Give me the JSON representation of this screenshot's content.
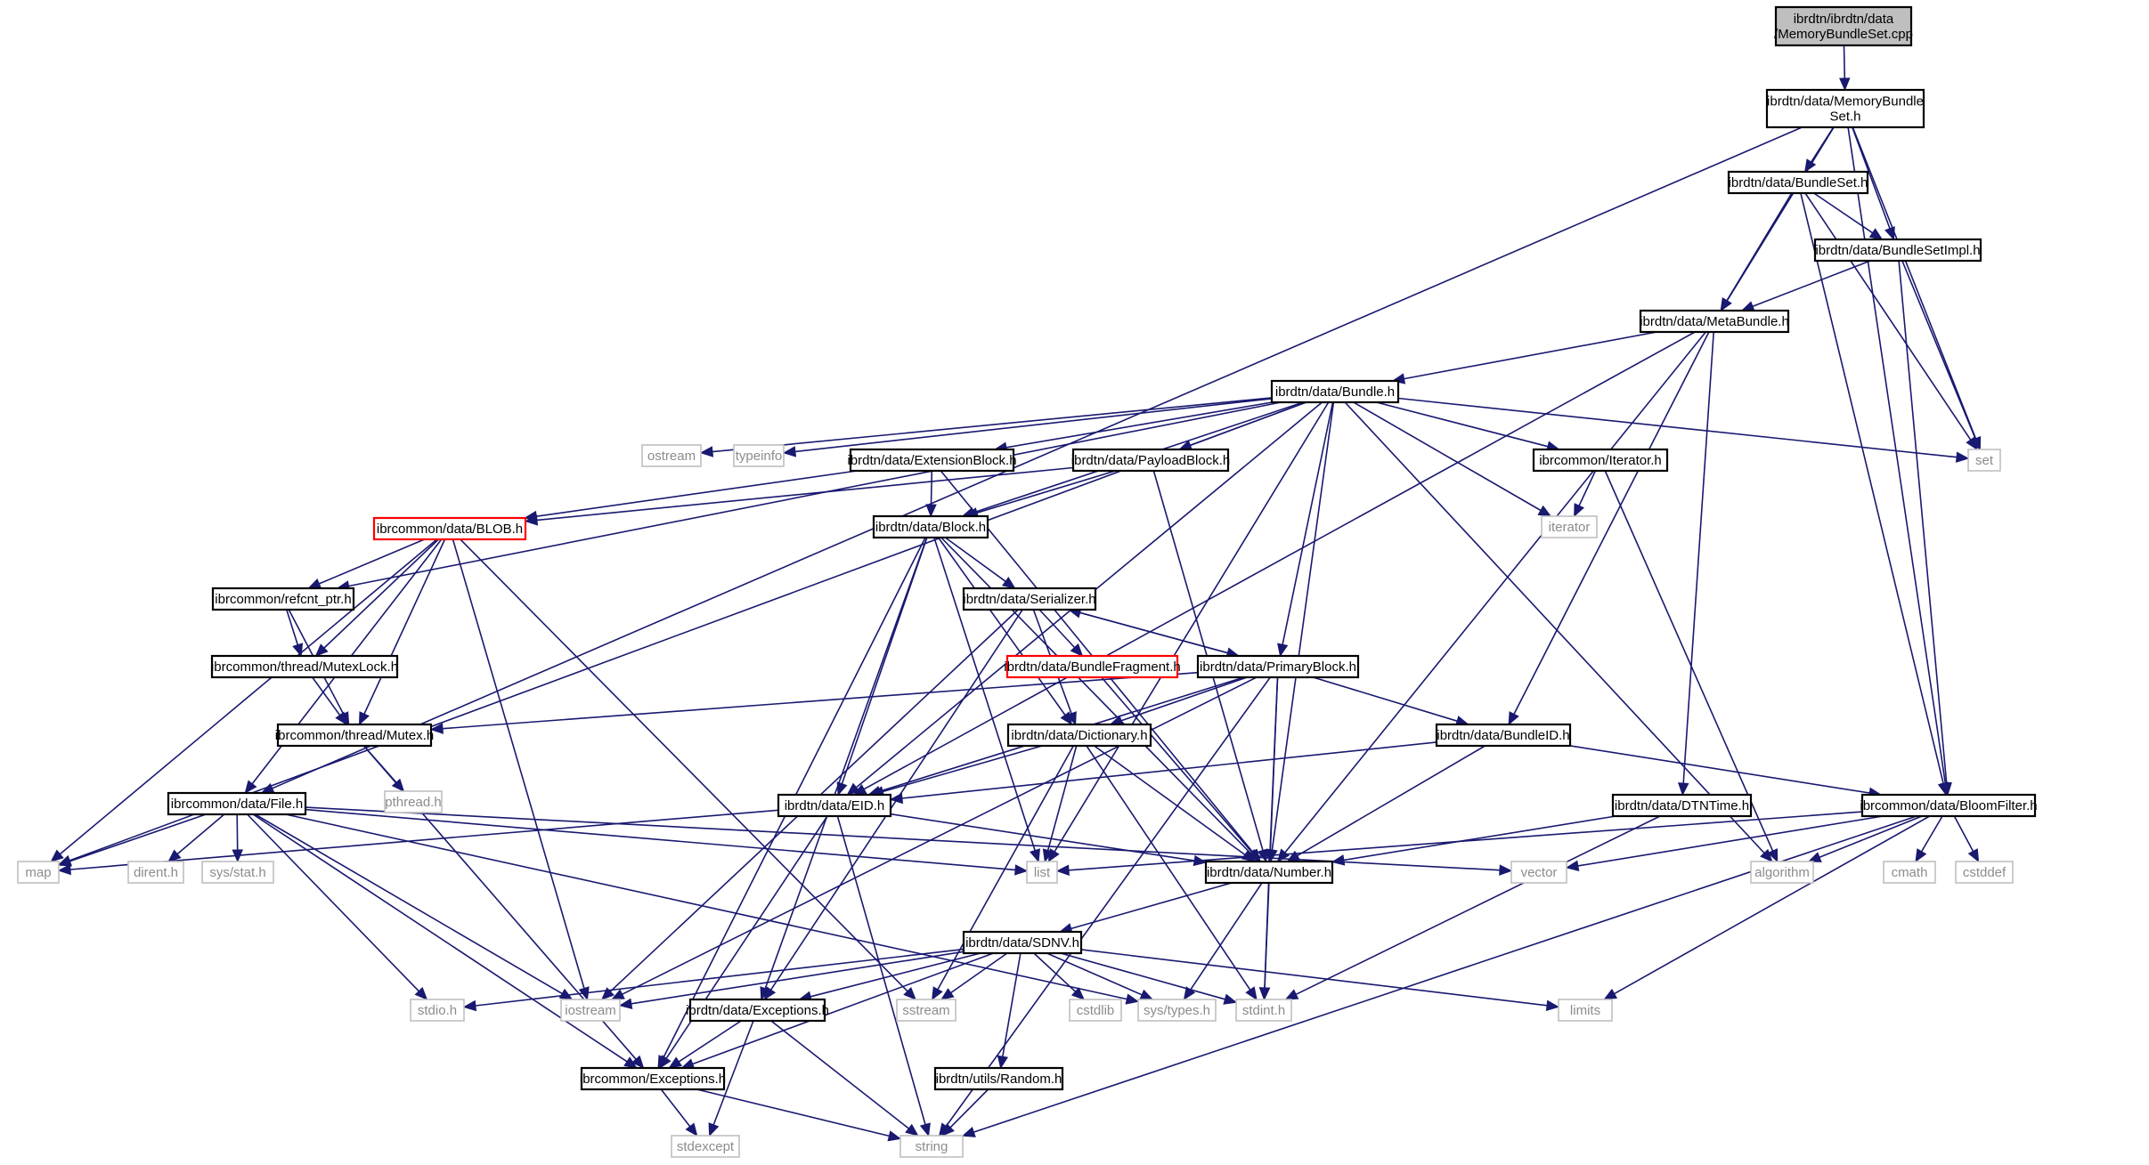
{
  "diagram": {
    "kind": "include-dependency-graph",
    "colors": {
      "edge": "#191970",
      "root_fill": "#bfbfbf",
      "truncated_border": "#ff0000",
      "system_border": "#bfbfbf"
    },
    "nodes": [
      {
        "id": "root",
        "lines": [
          "ibrdtn/ibrdtn/data",
          "/MemoryBundleSet.cpp"
        ],
        "kind": "root"
      },
      {
        "id": "mbs",
        "lines": [
          "ibrdtn/data/MemoryBundle",
          "Set.h"
        ],
        "kind": "normal"
      },
      {
        "id": "bset",
        "lines": [
          "ibrdtn/data/BundleSet.h"
        ],
        "kind": "normal"
      },
      {
        "id": "bsimpl",
        "lines": [
          "ibrdtn/data/BundleSetImpl.h"
        ],
        "kind": "normal"
      },
      {
        "id": "meta",
        "lines": [
          "ibrdtn/data/MetaBundle.h"
        ],
        "kind": "normal"
      },
      {
        "id": "bundle",
        "lines": [
          "ibrdtn/data/Bundle.h"
        ],
        "kind": "normal"
      },
      {
        "id": "ostream",
        "lines": [
          "ostream"
        ],
        "kind": "system"
      },
      {
        "id": "typeinfo",
        "lines": [
          "typeinfo"
        ],
        "kind": "system"
      },
      {
        "id": "extblock",
        "lines": [
          "ibrdtn/data/ExtensionBlock.h"
        ],
        "kind": "normal"
      },
      {
        "id": "payload",
        "lines": [
          "ibrdtn/data/PayloadBlock.h"
        ],
        "kind": "normal"
      },
      {
        "id": "iterh",
        "lines": [
          "ibrcommon/Iterator.h"
        ],
        "kind": "normal"
      },
      {
        "id": "set",
        "lines": [
          "set"
        ],
        "kind": "system"
      },
      {
        "id": "iterator",
        "lines": [
          "iterator"
        ],
        "kind": "system"
      },
      {
        "id": "blob",
        "lines": [
          "ibrcommon/data/BLOB.h"
        ],
        "kind": "truncated"
      },
      {
        "id": "block",
        "lines": [
          "ibrdtn/data/Block.h"
        ],
        "kind": "normal"
      },
      {
        "id": "refcnt",
        "lines": [
          "ibrcommon/refcnt_ptr.h"
        ],
        "kind": "normal"
      },
      {
        "id": "serializer",
        "lines": [
          "ibrdtn/data/Serializer.h"
        ],
        "kind": "normal"
      },
      {
        "id": "mutexlock",
        "lines": [
          "ibrcommon/thread/MutexLock.h"
        ],
        "kind": "normal"
      },
      {
        "id": "fragment",
        "lines": [
          "ibrdtn/data/BundleFragment.h"
        ],
        "kind": "truncated"
      },
      {
        "id": "primary",
        "lines": [
          "ibrdtn/data/PrimaryBlock.h"
        ],
        "kind": "normal"
      },
      {
        "id": "mutex",
        "lines": [
          "ibrcommon/thread/Mutex.h"
        ],
        "kind": "normal"
      },
      {
        "id": "dict",
        "lines": [
          "ibrdtn/data/Dictionary.h"
        ],
        "kind": "normal"
      },
      {
        "id": "bundleid",
        "lines": [
          "ibrdtn/data/BundleID.h"
        ],
        "kind": "normal"
      },
      {
        "id": "pthread",
        "lines": [
          "pthread.h"
        ],
        "kind": "system"
      },
      {
        "id": "file",
        "lines": [
          "ibrcommon/data/File.h"
        ],
        "kind": "normal"
      },
      {
        "id": "eid",
        "lines": [
          "ibrdtn/data/EID.h"
        ],
        "kind": "normal"
      },
      {
        "id": "dtntime",
        "lines": [
          "ibrdtn/data/DTNTime.h"
        ],
        "kind": "normal"
      },
      {
        "id": "bloom",
        "lines": [
          "ibrcommon/data/BloomFilter.h"
        ],
        "kind": "normal"
      },
      {
        "id": "map",
        "lines": [
          "map"
        ],
        "kind": "system"
      },
      {
        "id": "dirent",
        "lines": [
          "dirent.h"
        ],
        "kind": "system"
      },
      {
        "id": "sysstat",
        "lines": [
          "sys/stat.h"
        ],
        "kind": "system"
      },
      {
        "id": "list",
        "lines": [
          "list"
        ],
        "kind": "system"
      },
      {
        "id": "number",
        "lines": [
          "ibrdtn/data/Number.h"
        ],
        "kind": "normal"
      },
      {
        "id": "vector",
        "lines": [
          "vector"
        ],
        "kind": "system"
      },
      {
        "id": "algorithm",
        "lines": [
          "algorithm"
        ],
        "kind": "system"
      },
      {
        "id": "cmath",
        "lines": [
          "cmath"
        ],
        "kind": "system"
      },
      {
        "id": "cstddef",
        "lines": [
          "cstddef"
        ],
        "kind": "system"
      },
      {
        "id": "sdnv",
        "lines": [
          "ibrdtn/data/SDNV.h"
        ],
        "kind": "normal"
      },
      {
        "id": "stdio",
        "lines": [
          "stdio.h"
        ],
        "kind": "system"
      },
      {
        "id": "iostream",
        "lines": [
          "iostream"
        ],
        "kind": "system"
      },
      {
        "id": "exceptions",
        "lines": [
          "ibrdtn/data/Exceptions.h"
        ],
        "kind": "normal"
      },
      {
        "id": "sstream",
        "lines": [
          "sstream"
        ],
        "kind": "system"
      },
      {
        "id": "cstdlib",
        "lines": [
          "cstdlib"
        ],
        "kind": "system"
      },
      {
        "id": "systypes",
        "lines": [
          "sys/types.h"
        ],
        "kind": "system"
      },
      {
        "id": "stdint",
        "lines": [
          "stdint.h"
        ],
        "kind": "system"
      },
      {
        "id": "limits",
        "lines": [
          "limits"
        ],
        "kind": "system"
      },
      {
        "id": "cexceptions",
        "lines": [
          "ibrcommon/Exceptions.h"
        ],
        "kind": "normal"
      },
      {
        "id": "random",
        "lines": [
          "ibrdtn/utils/Random.h"
        ],
        "kind": "normal"
      },
      {
        "id": "stdexcept",
        "lines": [
          "stdexcept"
        ],
        "kind": "system"
      },
      {
        "id": "string",
        "lines": [
          "string"
        ],
        "kind": "system"
      }
    ],
    "edges": [
      [
        "root",
        "mbs"
      ],
      [
        "mbs",
        "bset"
      ],
      [
        "mbs",
        "bsimpl"
      ],
      [
        "mbs",
        "meta"
      ],
      [
        "mbs",
        "set"
      ],
      [
        "mbs",
        "bloom"
      ],
      [
        "mbs",
        "file"
      ],
      [
        "bset",
        "bsimpl"
      ],
      [
        "bset",
        "meta"
      ],
      [
        "bset",
        "set"
      ],
      [
        "bset",
        "bloom"
      ],
      [
        "bsimpl",
        "meta"
      ],
      [
        "bsimpl",
        "set"
      ],
      [
        "bsimpl",
        "bloom"
      ],
      [
        "meta",
        "bundle"
      ],
      [
        "meta",
        "eid"
      ],
      [
        "meta",
        "bundleid"
      ],
      [
        "meta",
        "dtntime"
      ],
      [
        "meta",
        "number"
      ],
      [
        "bundle",
        "map"
      ],
      [
        "bundle",
        "refcnt"
      ],
      [
        "bundle",
        "ostream"
      ],
      [
        "bundle",
        "typeinfo"
      ],
      [
        "bundle",
        "extblock"
      ],
      [
        "bundle",
        "payload"
      ],
      [
        "bundle",
        "block"
      ],
      [
        "bundle",
        "eid"
      ],
      [
        "bundle",
        "primary"
      ],
      [
        "bundle",
        "list"
      ],
      [
        "bundle",
        "number"
      ],
      [
        "bundle",
        "iterh"
      ],
      [
        "bundle",
        "iterator"
      ],
      [
        "bundle",
        "algorithm"
      ],
      [
        "bundle",
        "set"
      ],
      [
        "extblock",
        "blob"
      ],
      [
        "extblock",
        "block"
      ],
      [
        "extblock",
        "number"
      ],
      [
        "payload",
        "blob"
      ],
      [
        "payload",
        "block"
      ],
      [
        "payload",
        "number"
      ],
      [
        "iterh",
        "iterator"
      ],
      [
        "iterh",
        "algorithm"
      ],
      [
        "blob",
        "refcnt"
      ],
      [
        "blob",
        "mutexlock"
      ],
      [
        "blob",
        "mutex"
      ],
      [
        "blob",
        "file"
      ],
      [
        "blob",
        "iostream"
      ],
      [
        "blob",
        "sstream"
      ],
      [
        "blob",
        "map"
      ],
      [
        "block",
        "serializer"
      ],
      [
        "block",
        "dict"
      ],
      [
        "block",
        "eid"
      ],
      [
        "block",
        "number"
      ],
      [
        "block",
        "list"
      ],
      [
        "block",
        "exceptions"
      ],
      [
        "block",
        "cexceptions"
      ],
      [
        "refcnt",
        "mutexlock"
      ],
      [
        "refcnt",
        "mutex"
      ],
      [
        "mutexlock",
        "mutex"
      ],
      [
        "serializer",
        "fragment"
      ],
      [
        "serializer",
        "primary"
      ],
      [
        "serializer",
        "dict"
      ],
      [
        "serializer",
        "iostream"
      ],
      [
        "serializer",
        "exceptions"
      ],
      [
        "fragment",
        "number"
      ],
      [
        "primary",
        "serializer"
      ],
      [
        "primary",
        "mutex"
      ],
      [
        "primary",
        "dict"
      ],
      [
        "primary",
        "eid"
      ],
      [
        "primary",
        "bundleid"
      ],
      [
        "primary",
        "number"
      ],
      [
        "primary",
        "iostream"
      ],
      [
        "primary",
        "stdint"
      ],
      [
        "primary",
        "string"
      ],
      [
        "mutex",
        "pthread"
      ],
      [
        "mutex",
        "cexceptions"
      ],
      [
        "dict",
        "eid"
      ],
      [
        "dict",
        "number"
      ],
      [
        "dict",
        "list"
      ],
      [
        "dict",
        "sstream"
      ],
      [
        "dict",
        "stdint"
      ],
      [
        "bundleid",
        "eid"
      ],
      [
        "bundleid",
        "number"
      ],
      [
        "bundleid",
        "bloom"
      ],
      [
        "file",
        "map"
      ],
      [
        "file",
        "dirent"
      ],
      [
        "file",
        "sysstat"
      ],
      [
        "file",
        "list"
      ],
      [
        "file",
        "vector"
      ],
      [
        "file",
        "stdio"
      ],
      [
        "file",
        "iostream"
      ],
      [
        "file",
        "cexceptions"
      ],
      [
        "file",
        "systypes"
      ],
      [
        "eid",
        "map"
      ],
      [
        "eid",
        "number"
      ],
      [
        "eid",
        "cexceptions"
      ],
      [
        "eid",
        "string"
      ],
      [
        "dtntime",
        "number"
      ],
      [
        "dtntime",
        "stdint"
      ],
      [
        "bloom",
        "list"
      ],
      [
        "bloom",
        "vector"
      ],
      [
        "bloom",
        "algorithm"
      ],
      [
        "bloom",
        "cmath"
      ],
      [
        "bloom",
        "cstddef"
      ],
      [
        "bloom",
        "limits"
      ],
      [
        "bloom",
        "string"
      ],
      [
        "number",
        "sdnv"
      ],
      [
        "number",
        "systypes"
      ],
      [
        "number",
        "stdint"
      ],
      [
        "sdnv",
        "stdio"
      ],
      [
        "sdnv",
        "iostream"
      ],
      [
        "sdnv",
        "exceptions"
      ],
      [
        "sdnv",
        "sstream"
      ],
      [
        "sdnv",
        "cstdlib"
      ],
      [
        "sdnv",
        "systypes"
      ],
      [
        "sdnv",
        "stdint"
      ],
      [
        "sdnv",
        "limits"
      ],
      [
        "sdnv",
        "cexceptions"
      ],
      [
        "sdnv",
        "random"
      ],
      [
        "exceptions",
        "cexceptions"
      ],
      [
        "exceptions",
        "stdexcept"
      ],
      [
        "exceptions",
        "string"
      ],
      [
        "cexceptions",
        "stdexcept"
      ],
      [
        "cexceptions",
        "string"
      ],
      [
        "random",
        "string"
      ]
    ]
  }
}
